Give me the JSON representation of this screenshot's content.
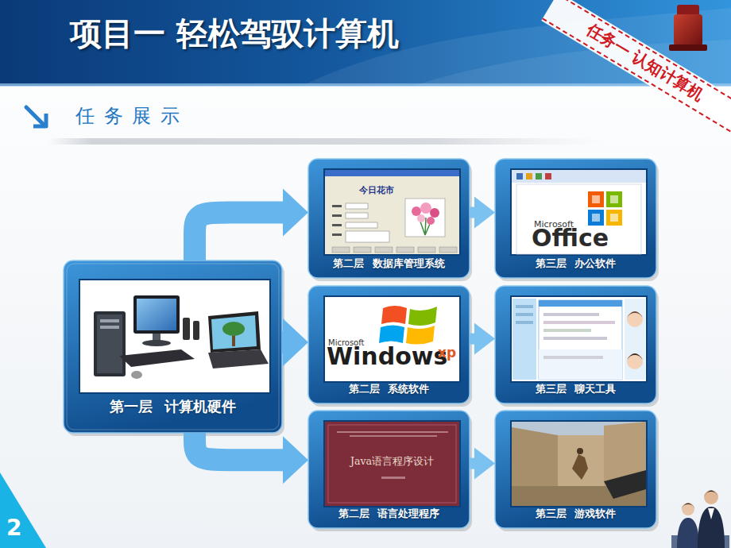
{
  "diagram": {
    "title": "项目一 轻松驾驭计算机",
    "nodes": [
      {
        "text": [
          "第一层 计算机硬件"
        ]
      },
      {
        "text": [
          "今日花市",
          "第二层 数据库管理系统"
        ]
      },
      {
        "text": [
          "Microsoft",
          "Office",
          "第三层 办公软件"
        ]
      },
      {
        "text": [
          "Microsoft",
          "Windows",
          "xp",
          "第二层 系统软件"
        ]
      },
      {
        "text": [
          "第三层 聊天工具"
        ]
      },
      {
        "text": [
          "Java语言程序设计",
          "第二层 语言处理程序"
        ]
      },
      {
        "text": [
          "第三层 游戏软件"
        ]
      }
    ],
    "edges": [
      {
        "from": 0,
        "to": 1,
        "arrow": "to"
      },
      {
        "from": 0,
        "to": 3,
        "arrow": "to"
      },
      {
        "from": 0,
        "to": 5,
        "arrow": "to"
      },
      {
        "from": 1,
        "to": 2,
        "arrow": "to"
      },
      {
        "from": 3,
        "to": 4,
        "arrow": "to"
      },
      {
        "from": 5,
        "to": 6,
        "arrow": "to"
      }
    ],
    "labels": [
      "任务一 认知计算机",
      "任 务 展 示",
      "2"
    ]
  }
}
